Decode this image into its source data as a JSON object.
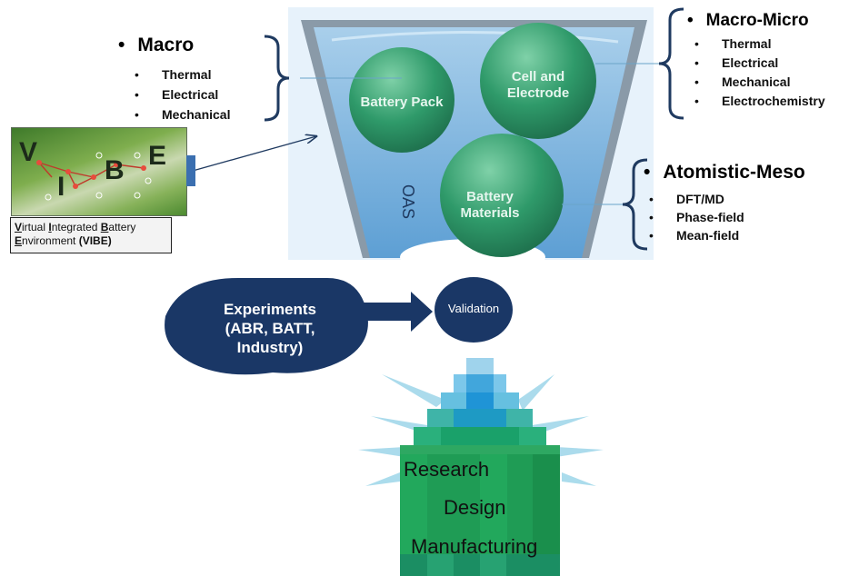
{
  "macro": {
    "title": "Macro",
    "items": [
      "Thermal",
      "Electrical",
      "Mechanical"
    ]
  },
  "macro_micro": {
    "title": "Macro-Micro",
    "items": [
      "Thermal",
      "Electrical",
      "Mechanical",
      "Electrochemistry"
    ]
  },
  "atomistic_meso": {
    "title": "Atomistic-Meso",
    "items": [
      "DFT/MD",
      "Phase-field",
      "Mean-field"
    ]
  },
  "funnel": {
    "side_label": "OAS",
    "spheres": {
      "battery_pack": "Battery Pack",
      "cell_electrode": [
        "Cell and",
        "Electrode"
      ],
      "battery_materials": [
        "Battery",
        "Materials"
      ]
    }
  },
  "vibe": {
    "letters": [
      "V",
      "I",
      "B",
      "E"
    ],
    "caption_line1": [
      "V",
      "irtual ",
      "I",
      "ntegrated ",
      "B",
      "attery"
    ],
    "caption_line2": [
      "E",
      "nvironment ",
      "(VIBE)"
    ]
  },
  "experiments": [
    "Experiments",
    "(ABR, BATT,",
    "Industry)"
  ],
  "validation": "Validation",
  "outputs": [
    "Research",
    "Design",
    "Manufacturing"
  ],
  "colors": {
    "navy": "#1a3766",
    "sphere_green": "#2f9a6a",
    "funnel_blue": "#b9d9f0",
    "bracket": "#1f3a60"
  }
}
